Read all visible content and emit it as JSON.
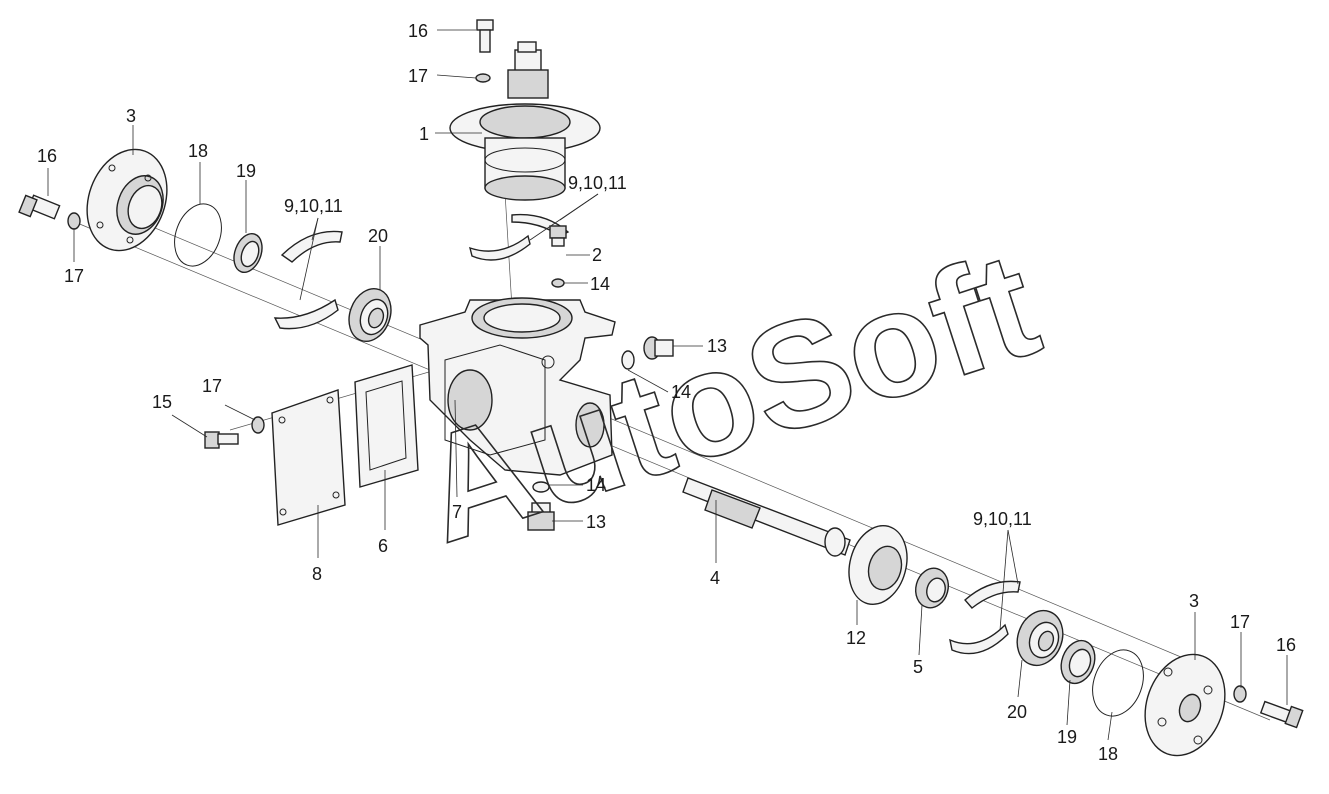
{
  "diagram": {
    "callouts": [
      {
        "text": "16"
      },
      {
        "text": "17"
      },
      {
        "text": "1"
      },
      {
        "text": "3"
      },
      {
        "text": "16"
      },
      {
        "text": "18"
      },
      {
        "text": "19"
      },
      {
        "text": "9,10,11"
      },
      {
        "text": "9,10,11"
      },
      {
        "text": "20"
      },
      {
        "text": "2"
      },
      {
        "text": "14"
      },
      {
        "text": "17"
      },
      {
        "text": "13"
      },
      {
        "text": "14"
      },
      {
        "text": "17"
      },
      {
        "text": "15"
      },
      {
        "text": "14"
      },
      {
        "text": "13"
      },
      {
        "text": "7"
      },
      {
        "text": "6"
      },
      {
        "text": "8"
      },
      {
        "text": "4"
      },
      {
        "text": "9,10,11"
      },
      {
        "text": "12"
      },
      {
        "text": "5"
      },
      {
        "text": "3"
      },
      {
        "text": "17"
      },
      {
        "text": "16"
      },
      {
        "text": "20"
      },
      {
        "text": "19"
      },
      {
        "text": "18"
      }
    ],
    "watermark": "AutoSoft"
  }
}
